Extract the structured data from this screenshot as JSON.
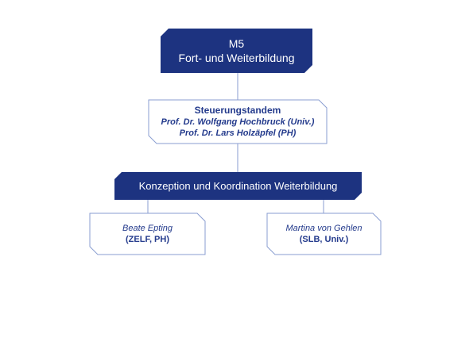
{
  "colors": {
    "dark_fill": "#1d3380",
    "light_border": "#8a9ed1",
    "connector": "#8a9ed1",
    "light_text": "#233a8c",
    "dark_text": "#ffffff"
  },
  "top_box": {
    "line1": "M5",
    "line2": "Fort- und Weiterbildung"
  },
  "steering_box": {
    "title": "Steuerungstandem",
    "member1": "Prof. Dr. Wolfgang Hochbruck (Univ.)",
    "member2": "Prof. Dr. Lars Holzäpfel (PH)"
  },
  "coordination_box": {
    "label": "Konzeption und Koordination Weiterbildung"
  },
  "left_box": {
    "name": "Beate Epting",
    "affiliation": "(ZELF, PH)"
  },
  "right_box": {
    "name": "Martina von Gehlen",
    "affiliation": "(SLB, Univ.)"
  }
}
